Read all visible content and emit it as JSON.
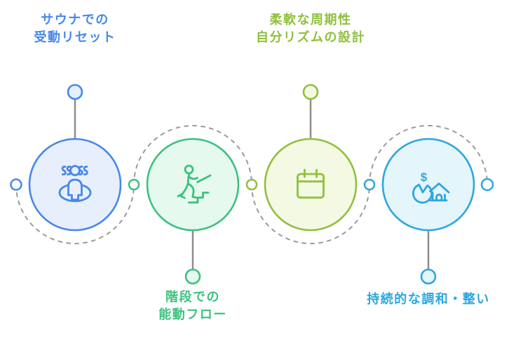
{
  "app": {
    "background": "#ffffff"
  },
  "diagram": {
    "type": "four-step-alternating-timeline",
    "connector_color": "#9b9b9b",
    "stem_color": "#8d8d8d",
    "dot_fill": "#ffffff",
    "steps": [
      {
        "id": 1,
        "title": "サウナでの\n受動リセット",
        "label_position": "top",
        "icon": "sauna-relax-icon",
        "accent": "#4787ec",
        "fill": "#e8effc"
      },
      {
        "id": 2,
        "title": "階段での\n能動フロー",
        "label_position": "bottom",
        "icon": "stairs-walking-icon",
        "accent": "#3cc17e",
        "fill": "#e6f9ef"
      },
      {
        "id": 3,
        "title": "柔軟な周期性\n自分リズムの設計",
        "label_position": "top",
        "icon": "calendar-icon",
        "accent": "#90c03d",
        "fill": "#f3f9e2"
      },
      {
        "id": 4,
        "title": "持続的な調和・整い",
        "label_position": "bottom",
        "icon": "money-home-icon",
        "currency_symbol": "$",
        "accent": "#2ba7de",
        "fill": "#e4f5fc"
      }
    ]
  }
}
